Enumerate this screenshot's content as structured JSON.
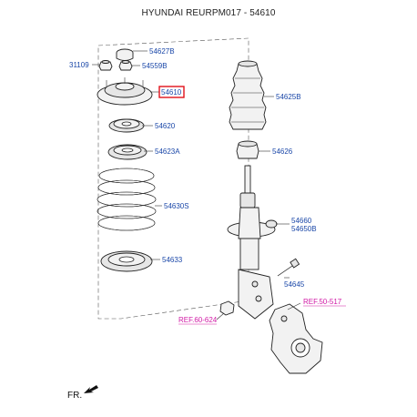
{
  "title": "HYUNDAI REURPM017 - 54610",
  "parts": [
    {
      "num": "54627B"
    },
    {
      "num": "31109"
    },
    {
      "num": "54559B"
    },
    {
      "num": "54610",
      "highlighted": true
    },
    {
      "num": "54620"
    },
    {
      "num": "54623A"
    },
    {
      "num": "54630S"
    },
    {
      "num": "54633"
    },
    {
      "num": "54625B"
    },
    {
      "num": "54626"
    },
    {
      "num": "54660"
    },
    {
      "num": "54650B"
    },
    {
      "num": "54645"
    }
  ],
  "refs": [
    {
      "text": "REF.50-517"
    },
    {
      "text": "REF.60-624"
    }
  ],
  "direction_label": "FR.",
  "colors": {
    "label": "#1a47a8",
    "ref": "#d11aa6",
    "highlight_box": "#e0101a"
  }
}
